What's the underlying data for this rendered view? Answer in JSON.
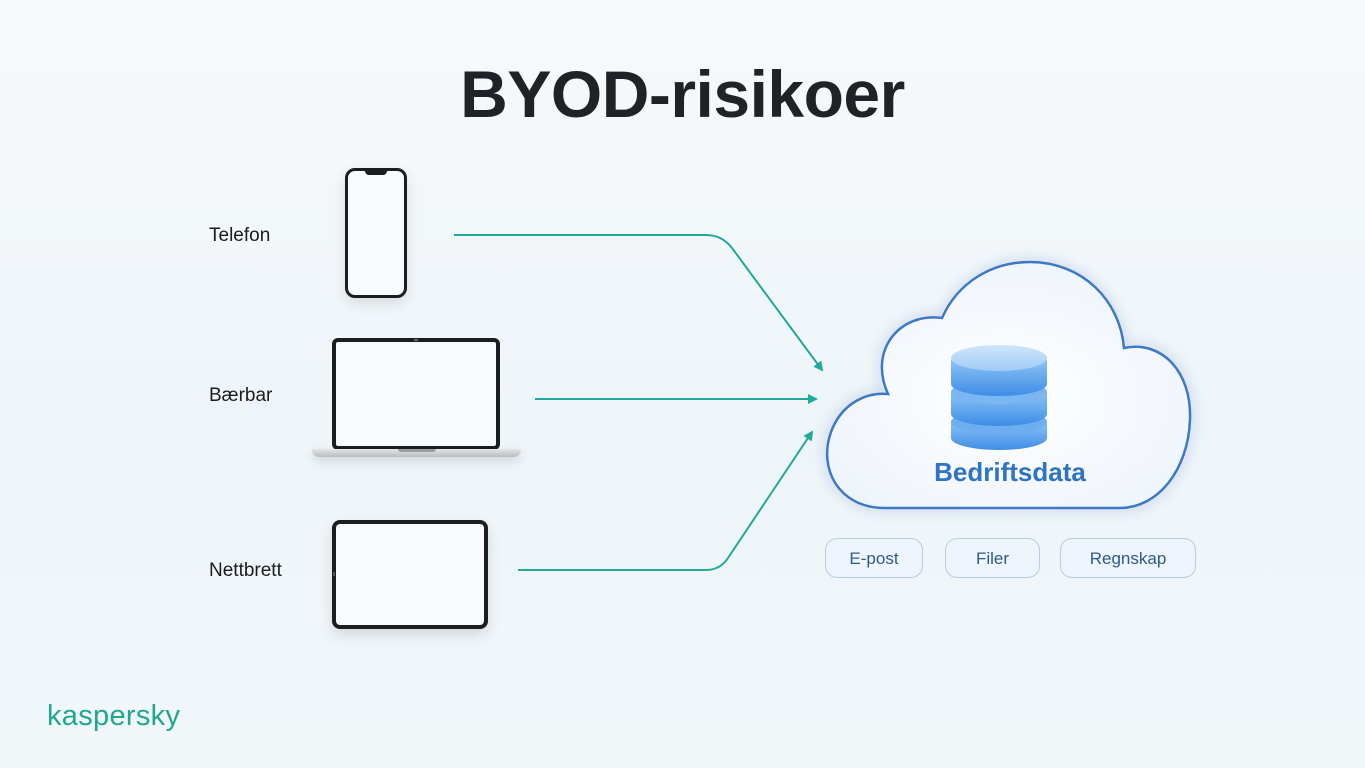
{
  "title": "BYOD-risikoer",
  "devices": [
    {
      "label": "Telefon",
      "icon": "phone-icon"
    },
    {
      "label": "Bærbar",
      "icon": "laptop-icon"
    },
    {
      "label": "Nettbrett",
      "icon": "tablet-icon"
    }
  ],
  "cloud": {
    "label": "Bedriftsdata",
    "icon": "database-icon"
  },
  "data_types": [
    "E-post",
    "Filer",
    "Regnskap"
  ],
  "brand": "kaspersky",
  "colors": {
    "arrow": "#21a99a",
    "cloud_border": "#3a78c6",
    "cloud_label": "#2f73c4",
    "brand": "#1fa88e",
    "title": "#1f2226"
  }
}
